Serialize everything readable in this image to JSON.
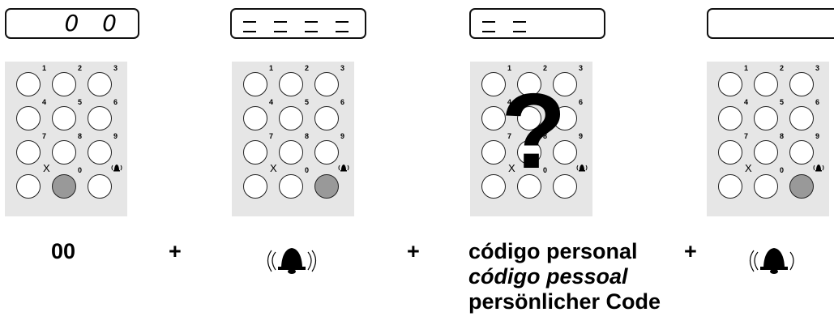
{
  "displays": [
    {
      "digits": "0 0"
    },
    {
      "dashes": 4
    },
    {
      "dashes": 2
    },
    {
      "dashes": 0
    }
  ],
  "keypad": {
    "number_labels": [
      "1",
      "2",
      "3",
      "4",
      "5",
      "6",
      "7",
      "8",
      "9"
    ],
    "cancel_label": "X",
    "zero_label": "0"
  },
  "panels": [
    {
      "pressed": "zero"
    },
    {
      "pressed": "bell"
    },
    {
      "pressed": "none",
      "overlay": "?"
    },
    {
      "pressed": "bell"
    }
  ],
  "captions": {
    "step1": "00",
    "plus1": "+",
    "plus2": "+",
    "plus3": "+",
    "code_es": "código personal",
    "code_pt": "código pessoal",
    "code_de": "persönlicher Code"
  },
  "colors": {
    "panel_bg": "#e6e6e6",
    "pressed_key": "#999999"
  }
}
